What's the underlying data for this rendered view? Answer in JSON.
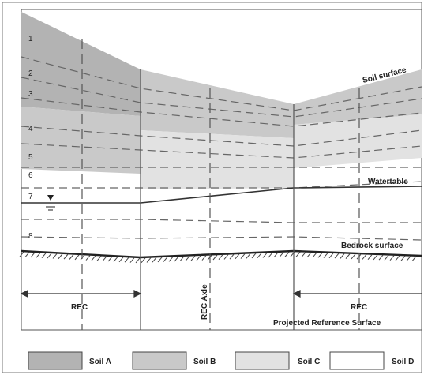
{
  "layers": [
    "1",
    "2",
    "3",
    "4",
    "5",
    "6",
    "7",
    "8"
  ],
  "annotations": {
    "soil_surface": "Soil surface",
    "watertable": "Watertable",
    "bedrock_surface": "Bedrock surface",
    "rec_left": "REC",
    "rec_right": "REC",
    "rec_axle": "REC Axle",
    "projected_surface": "Projected Reference Surface"
  },
  "legend": [
    {
      "label": "Soil A",
      "color": "#b3b3b3"
    },
    {
      "label": "Soil B",
      "color": "#c9c9c9"
    },
    {
      "label": "Soil C",
      "color": "#e2e2e2"
    },
    {
      "label": "Soil D",
      "color": "#ffffff"
    }
  ]
}
